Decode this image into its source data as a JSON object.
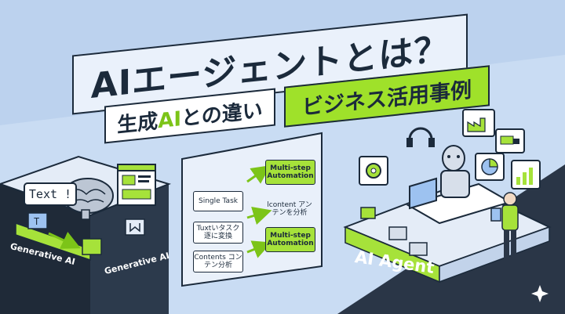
{
  "title": "AIエージェントとは？",
  "subtitle_left_prefix": "生成",
  "subtitle_left_accent": "AI",
  "subtitle_left_suffix": "との違い",
  "subtitle_right": "ビジネス活用事例",
  "speech_bubble": "Text !",
  "platform_left": {
    "label_front": "Generative AI",
    "label_side": "Generative AI"
  },
  "flow": {
    "left": [
      "Single Task",
      "Tuxtいタスク 逐に変換",
      "Contents コンテン分析"
    ],
    "right": [
      "Multi-step Automation",
      "lcontent アンテンを分析",
      "Multi-step Automation"
    ]
  },
  "agent_label": "AI Agent",
  "colors": {
    "accent_green": "#a6e23a",
    "navy": "#1b2a3b",
    "background": "#c9dcf3"
  }
}
